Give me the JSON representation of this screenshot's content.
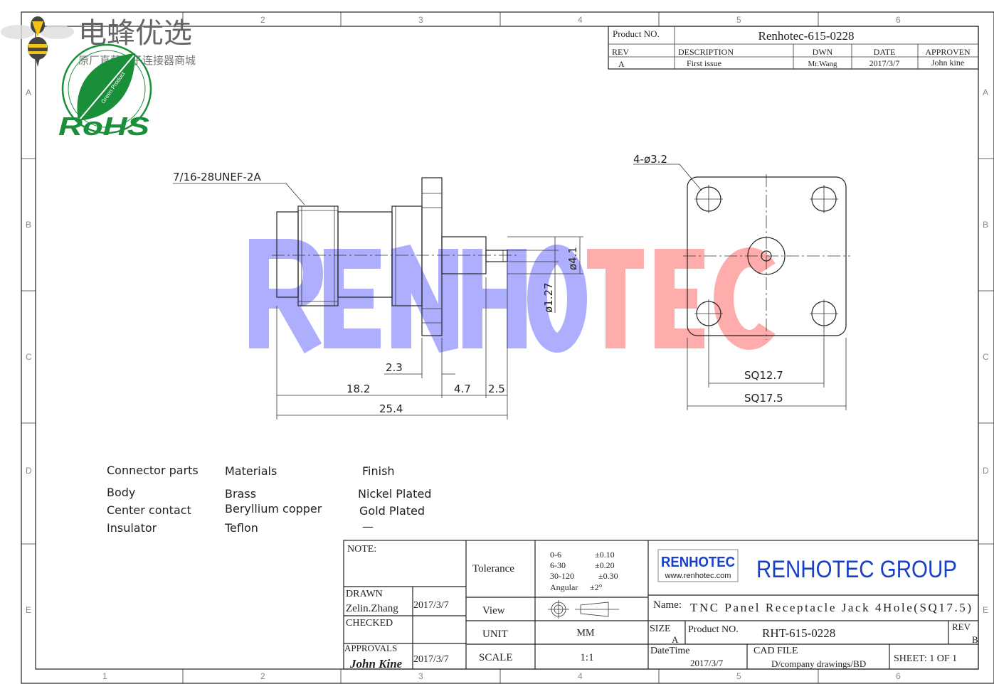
{
  "watermark": {
    "brand_cn": "电蜂优选",
    "tagline_cn": "原厂直营电子连接器商城",
    "rohs": "RoHS",
    "green_product": "Green Product",
    "renhotec_left": "RENHO",
    "renhotec_right": "TEC"
  },
  "frame": {
    "columns": [
      "1",
      "2",
      "3",
      "4",
      "5",
      "6"
    ],
    "rows": [
      "A",
      "B",
      "C",
      "D",
      "E"
    ]
  },
  "revision": {
    "product_no_label": "Product NO.",
    "product_no": "Renhotec-615-0228",
    "headers": [
      "REV",
      "DESCRIPTION",
      "DWN",
      "DATE",
      "APPROVEN"
    ],
    "values": [
      "A",
      "First issue",
      "Mr.Wang",
      "2017/3/7",
      "John kine"
    ]
  },
  "dimensions": {
    "thread": "7/16-28UNEF-2A",
    "holes": "4-ø3.2",
    "d1": "ø4.1",
    "d2": "ø1.27",
    "l1": "2.3",
    "l2": "18.2",
    "l3": "4.7",
    "l4": "2.5",
    "l5": "25.4",
    "sq1": "SQ12.7",
    "sq2": "SQ17.5"
  },
  "parts": {
    "headers": [
      "Connector parts",
      "Materials",
      "Finish"
    ],
    "rows": [
      [
        "Body",
        "Brass",
        "Nickel Plated"
      ],
      [
        "Center contact",
        "Beryllium copper",
        "Gold Plated"
      ],
      [
        "Insulator",
        "Teflon",
        "—"
      ]
    ]
  },
  "title_block": {
    "note_label": "NOTE:",
    "drawn_label": "DRAWN",
    "drawn_by": "Zelin.Zhang",
    "drawn_date": "2017/3/7",
    "checked_label": "CHECKED",
    "approvals_label": "APPROVALS",
    "approved_by": "John Kine",
    "approved_date": "2017/3/7",
    "tolerance_label": "Tolerance",
    "tolerances": [
      [
        "0-6",
        "±0.10"
      ],
      [
        "6-30",
        "±0.20"
      ],
      [
        "30-120",
        "±0.30"
      ],
      [
        "Angular",
        "±2°"
      ]
    ],
    "view_label": "View",
    "unit_label": "UNIT",
    "unit": "MM",
    "scale_label": "SCALE",
    "scale": "1:1",
    "logo": "RENHOTEC",
    "logo_url": "www.renhotec.com",
    "company": "RENHOTEC GROUP",
    "name_label": "Name:",
    "name": "TNC Panel Receptacle Jack 4Hole(SQ17.5)",
    "size_label": "SIZE",
    "size": "A",
    "product_label": "Product NO.",
    "product": "RHT-615-0228",
    "rev_label": "REV",
    "rev": "B",
    "datetime_label": "DateTime",
    "datetime": "2017/3/7",
    "cad_label": "CAD FILE",
    "cad": "D/company drawings/BD",
    "sheet": "SHEET:  1 OF  1"
  }
}
